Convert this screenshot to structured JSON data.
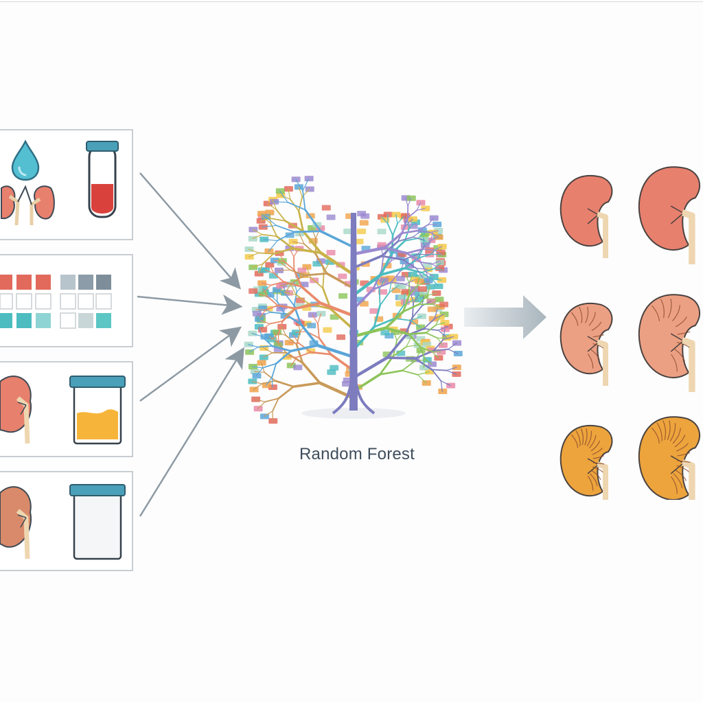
{
  "model": {
    "label": "Random Forest"
  },
  "inputs": [
    {
      "icons": [
        "water-drop-icon",
        "kidney-pair-icon",
        "blood-test-tube-icon"
      ]
    },
    {
      "icons": [
        "test-strip-grid-icon",
        "gray-swatch-grid-icon"
      ]
    },
    {
      "icons": [
        "kidney-icon",
        "urine-sample-cup-icon"
      ]
    },
    {
      "icons": [
        "kidney-icon",
        "empty-sample-cup-icon"
      ]
    }
  ],
  "outputs": {
    "rows": [
      {
        "stage": "smooth",
        "color": "#e8806e"
      },
      {
        "stage": "wrinkled",
        "color": "#eca083"
      },
      {
        "stage": "fibrotic",
        "color": "#eda43c"
      }
    ]
  },
  "colors": {
    "panel_border": "#c9cdd1",
    "arrow": "#8d9aa4",
    "trunk": "#7c7cbf",
    "caption": "#3f4e5d"
  }
}
